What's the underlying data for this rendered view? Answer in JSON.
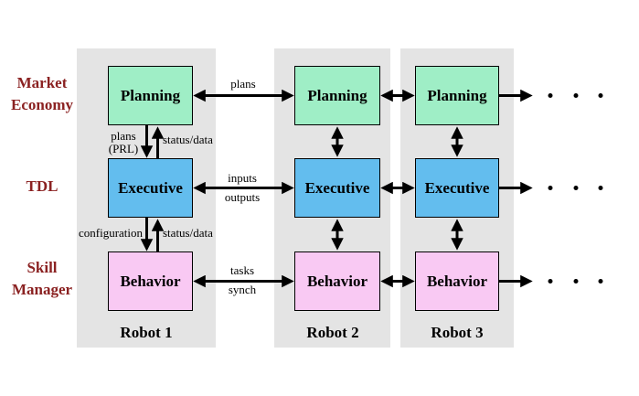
{
  "diagram": {
    "side_labels": {
      "market_economy": {
        "line1": "Market",
        "line2": "Economy"
      },
      "tdl": "TDL",
      "skill_manager": {
        "line1": "Skill",
        "line2": "Manager"
      }
    },
    "robots": [
      {
        "name": "Robot 1",
        "layers": {
          "planning": "Planning",
          "executive": "Executive",
          "behavior": "Behavior"
        }
      },
      {
        "name": "Robot 2",
        "layers": {
          "planning": "Planning",
          "executive": "Executive",
          "behavior": "Behavior"
        }
      },
      {
        "name": "Robot 3",
        "layers": {
          "planning": "Planning",
          "executive": "Executive",
          "behavior": "Behavior"
        }
      }
    ],
    "connections": {
      "plans": "plans",
      "inputs": "inputs",
      "outputs": "outputs",
      "tasks": "tasks",
      "synch": "synch",
      "plans_prl_line1": "plans",
      "plans_prl_line2": "(PRL)",
      "status_data_planning": "status/data",
      "configuration": "configuration",
      "status_data_behavior": "status/data"
    },
    "colors": {
      "planning_box": "#9feec6",
      "executive_box": "#63bdee",
      "behavior_box": "#f9c9f3",
      "panel_background": "#e4e4e4",
      "side_label_text": "#8b2222",
      "arrow": "#000000"
    }
  }
}
